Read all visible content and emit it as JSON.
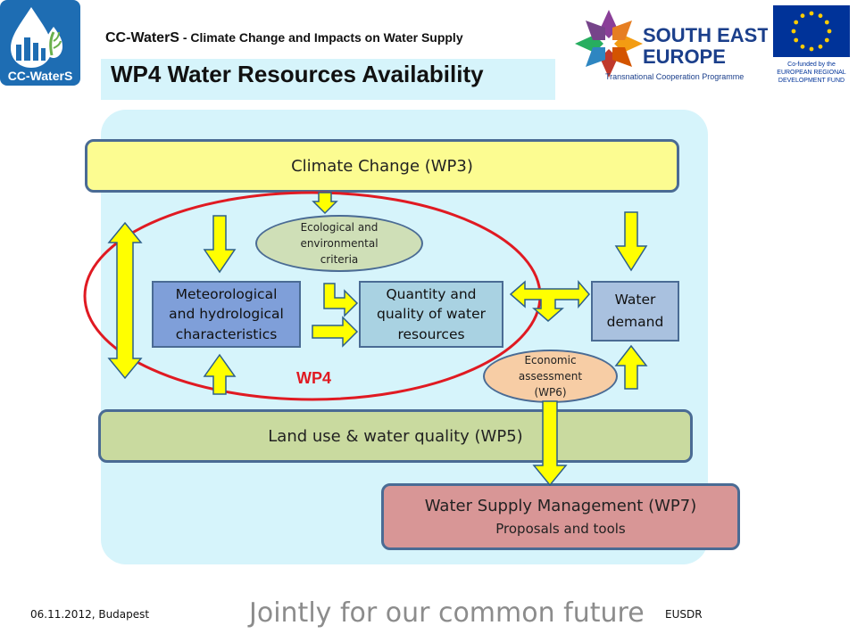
{
  "header": {
    "project_name": "CC-WaterS",
    "project_subtitle": " - Climate Change and Impacts on Water Supply",
    "logo_text": "CC-WaterS",
    "title": "WP4 Water Resources Availability"
  },
  "partner_logos": {
    "see_line1": "SOUTH EAST",
    "see_line2": "EUROPE",
    "see_line3": "Transnational Cooperation Programme",
    "eu_line1": "Co-funded by the",
    "eu_line2": "EUROPEAN REGIONAL",
    "eu_line3": "DEVELOPMENT FUND"
  },
  "diagram": {
    "climate_change": "Climate Change (WP3)",
    "ecological_l1": "Ecological and",
    "ecological_l2": "environmental",
    "ecological_l3": "criteria",
    "meteo_l1": "Meteorological",
    "meteo_l2": "and hydrological",
    "meteo_l3": "characteristics",
    "quantity_l1": "Quantity and",
    "quantity_l2": "quality of water",
    "quantity_l3": "resources",
    "demand_l1": "Water",
    "demand_l2": "demand",
    "economic_l1": "Economic",
    "economic_l2": "assessment",
    "economic_l3": "(WP6)",
    "wp4": "WP4",
    "land_use": "Land use & water quality (WP5)",
    "wsm_title": "Water Supply Management (WP7)",
    "wsm_sub": "Proposals and tools"
  },
  "footer": {
    "date": "06.11.2012, Budapest",
    "slogan": "Jointly for our common future",
    "eusdr": "EUSDR"
  },
  "colors": {
    "arrow_fill": "#ffff00",
    "arrow_stroke": "#2d5f8a",
    "wp4_ellipse": "#e01a22",
    "panel_bg": "#d6f4fb"
  }
}
